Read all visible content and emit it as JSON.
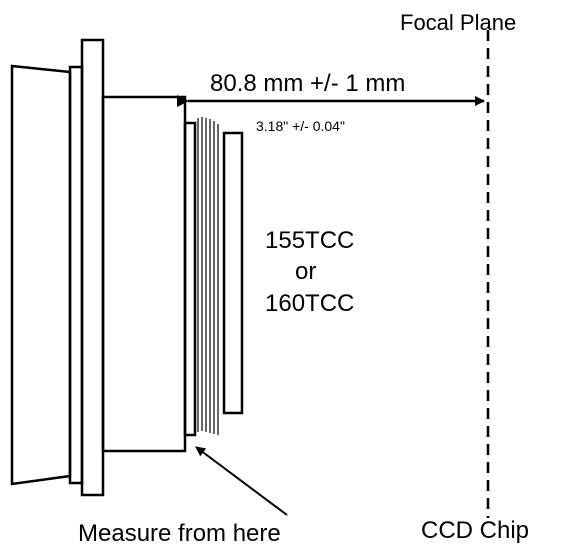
{
  "labels": {
    "focal_plane": "Focal Plane",
    "distance": "80.8 mm +/- 1 mm",
    "distance_inches": "3.18\" +/- 0.04\"",
    "model_1": "155TCC",
    "model_or": "or",
    "model_2": "160TCC",
    "measure": "Measure from here",
    "ccd": "CCD Chip"
  },
  "colors": {
    "stroke": "#000000",
    "background": "#ffffff"
  }
}
